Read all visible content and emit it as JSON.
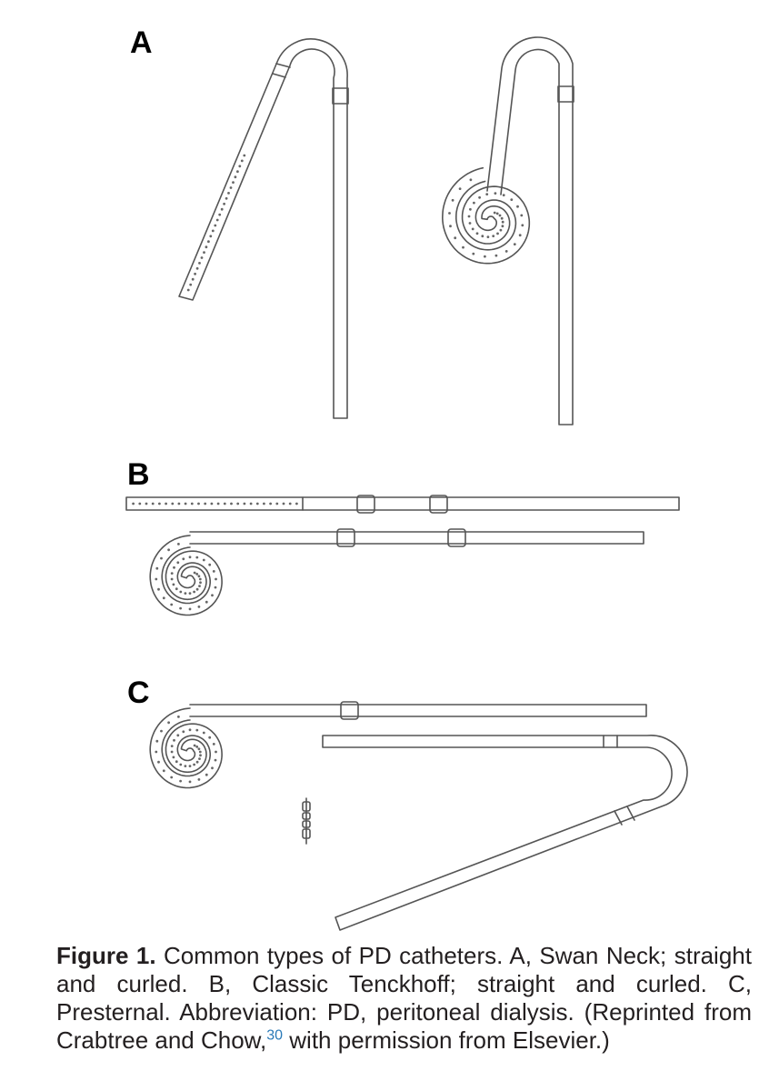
{
  "panels": {
    "a_label": "A",
    "b_label": "B",
    "c_label": "C"
  },
  "caption": {
    "label": "Figure 1.",
    "text_before_ref": "Common types of PD catheters. A, Swan Neck; straight and curled. B, Classic Tenckhoff; straight and curled. C, Presternal. Abbreviation: PD, peritoneal dialysis. (Reprinted from Crabtree and Chow,",
    "reference": "30",
    "text_after_ref": "with permission from Elsevier.)",
    "reference_color": "#2a7ab8"
  },
  "illustration": {
    "line_color": "#555555"
  }
}
